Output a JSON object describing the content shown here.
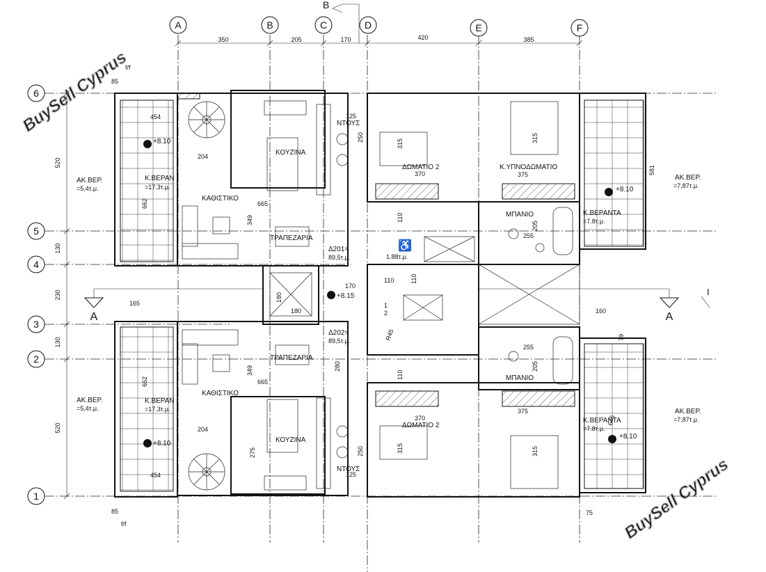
{
  "watermark": "BuySell Cyprus",
  "axes_columns": [
    "A",
    "B",
    "C",
    "D",
    "E",
    "F"
  ],
  "axes_rows": [
    "6",
    "5",
    "4",
    "3",
    "2",
    "1"
  ],
  "section_marks": {
    "a_left": "A",
    "a_right": "A",
    "b_top": "B",
    "i_right": "I"
  },
  "dims_top": [
    "350",
    "205",
    "170",
    "420",
    "385"
  ],
  "dims_left": [
    "520",
    "130",
    "230",
    "130",
    "520"
  ],
  "dims_misc": {
    "d85_top": "85",
    "d85_bottom": "85",
    "ff_top": "f/f",
    "ff_bottom": "f/f",
    "d454_top": "454",
    "d454_bottom": "454",
    "d204_top": "204",
    "d204_bottom": "204",
    "d665_top": "665",
    "d665_bottom": "665",
    "d662_top": "662",
    "d662_bottom": "662",
    "d349_top": "349",
    "d349_bottom": "349",
    "d275": "275",
    "d165": "165",
    "d180_v": "180",
    "d180_h": "180",
    "d170": "170",
    "d110_a": "110",
    "d110_b": "110",
    "d110_c": "110",
    "d110_d": "110",
    "d280": "280",
    "d125_top": "125",
    "d125_bottom": "125",
    "d250_top": "250",
    "d250_bottom": "250",
    "d315_a": "315",
    "d315_b": "315",
    "d315_c": "315",
    "d315_d": "315",
    "d370_top": "370",
    "d370_bottom": "370",
    "d375_top": "375",
    "d375_bottom": "375",
    "d581": "581",
    "d645": "645",
    "d255_a": "255",
    "d255_b": "255",
    "d205_a": "205",
    "d205_b": "205",
    "d160": "160",
    "d79": "79",
    "d75": "75",
    "d1": "1",
    "d2": "2",
    "r45": "R45"
  },
  "rooms_top": {
    "kitchen": "ΚΟΥΖΙΝΑ",
    "living": "ΚΑΘΙΣΤΙΚΟ",
    "dining": "ΤΡΑΠΕΖΑΡΙΑ",
    "shower": "ΝΤΟΥΣ",
    "bedroom2": "ΔΩΜΑΤΙΟ 2",
    "master": "Κ.ΥΠΝΟΔΩΜΑΤΙΟ",
    "bath": "ΜΠΑΝΙΟ",
    "veranda_left": "Κ.ΒΕΡΑΝ",
    "veranda_left_area": "=17.3τ.μ.",
    "veranda_right": "Κ.ΒΕΡΑΝΤΑ",
    "veranda_right_area": "=7.8τ.μ.",
    "open_left": "ΑΚ.ΒΕΡ.",
    "open_left_area": "=5,4τ.μ.",
    "open_right": "ΑΚ.ΒΕΡ.",
    "open_right_area": "=7,87τ.μ.",
    "unit": "Δ201=",
    "unit_area": "89,5τ.μ."
  },
  "rooms_bottom": {
    "kitchen": "ΚΟΥΖΙΝΑ",
    "living": "ΚΑΘΙΣΤΙΚΟ",
    "dining": "ΤΡΑΠΕΖΑΡΙΑ",
    "shower": "ΝΤΟΥΣ",
    "bedroom2": "ΔΩΜΑΤΙΟ 2",
    "bath": "ΜΠΑΝΙΟ",
    "veranda_left": "Κ.ΒΕΡΑΝ",
    "veranda_left_area": "=17.3τ.μ.",
    "veranda_right": "Κ.ΒΕΡΑΝΤΑ",
    "veranda_right_area": "=7.8τ.μ.",
    "open_left": "ΑΚ.ΒΕΡ.",
    "open_left_area": "=5,4τ.μ.",
    "open_right": "ΑΚ.ΒΕΡ.",
    "open_right_area": "=7,87τ.μ.",
    "unit": "Δ202=",
    "unit_area": "89,5τ.μ."
  },
  "levels": {
    "top_left": "+8.10",
    "top_right": "+8.10",
    "middle": "+8.15",
    "bottom_left": "+8.10",
    "bottom_right": "+8.10",
    "lift_area": "1.88τ.μ."
  }
}
